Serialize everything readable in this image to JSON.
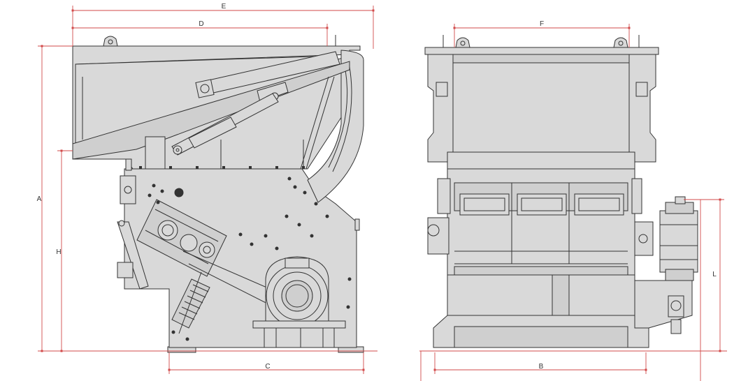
{
  "colors": {
    "dimension_line": "#d24a4a",
    "machine_fill": "#d9d9d9",
    "machine_outline": "#333333",
    "background": "#ffffff"
  },
  "dimensions": {
    "A": "A",
    "B": "B",
    "C": "C",
    "D": "D",
    "E": "E",
    "F": "F",
    "H": "H",
    "L": "L"
  }
}
